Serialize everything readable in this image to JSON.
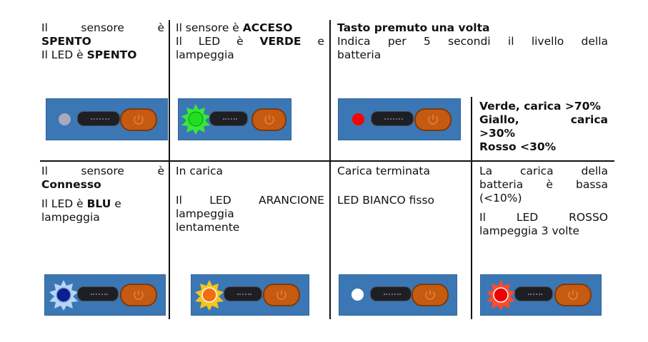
{
  "row1": {
    "c1": {
      "l1a": "Il",
      "l1b": "sensore",
      "l1c": "è",
      "l2": "SPENTO",
      "l3a": "Il LED è",
      "l3b": "SPENTO"
    },
    "c2": {
      "l1a": "Il sensore è",
      "l1b": "ACCESO",
      "l2a": "Il",
      "l2b": "LED",
      "l2c": "è",
      "l2d": "VERDE",
      "l2e": "e",
      "l3": "lampeggia"
    },
    "c3": {
      "l1": "Tasto premuto una volta",
      "l2a": "Indica",
      "l2b": "per",
      "l2c": "5",
      "l2d": "secondi",
      "l2e": "il",
      "l2f": "livello",
      "l2g": "della",
      "l3": "batteria"
    },
    "legend": {
      "l1": "Verde, carica >70%",
      "l2a": "Giallo,",
      "l2b": "carica",
      "l3": ">30%",
      "l4": "Rosso <30%"
    }
  },
  "row2": {
    "c1": {
      "l1a": "Il",
      "l1b": "sensore",
      "l1c": "è",
      "l2": "Connesso",
      "l3a": "Il LED è",
      "l3b": "BLU",
      "l3c": "e",
      "l4": "lampeggia"
    },
    "c2": {
      "l1": "In carica",
      "l2a": "Il",
      "l2b": "LED",
      "l2c": "ARANCIONE",
      "l3": "lampeggia",
      "l4": "lentamente"
    },
    "c3": {
      "l1": "Carica terminata",
      "l2": "LED BIANCO fisso"
    },
    "c4": {
      "l1a": "La",
      "l1b": "carica",
      "l1c": "della",
      "l2a": "batteria",
      "l2b": "è",
      "l2c": "bassa",
      "l3": "(<10%)",
      "l4a": "Il",
      "l4b": "LED",
      "l4c": "ROSSO",
      "l5": "lampeggia 3 volte"
    }
  },
  "colors": {
    "device_body": "#3b77b5",
    "button": "#c55a11",
    "led_off": "#a9a9bd",
    "led_green": "#22dd22",
    "led_red": "#ff0000",
    "led_blue": "#0b1f8f",
    "led_orange": "#f07010",
    "led_white": "#ffffff"
  },
  "icons": [
    "power-icon"
  ]
}
